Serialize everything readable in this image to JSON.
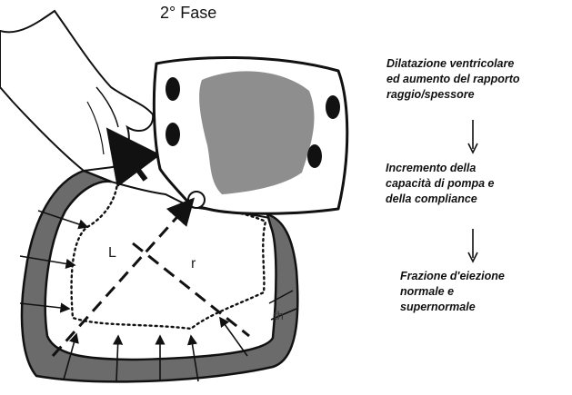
{
  "title": "2° Fase",
  "steps": [
    {
      "text": "Dilatazione ventricolare\ned aumento del rapporto\nraggio/spessore"
    },
    {
      "text": "Incremento della\ncapacità di pompa e\ndella compliance"
    },
    {
      "text": "Frazione d'eiezione\nnormale e\nsupernormale"
    }
  ],
  "diagram_labels": {
    "length": "L",
    "radius": "r",
    "thickness": "th"
  },
  "colors": {
    "wall": "#6b6b6b",
    "cavity_blob": "#8e8e8e",
    "line": "#111111",
    "background": "#ffffff"
  },
  "icons": [
    "hand-icon",
    "ventricle-icon",
    "atrium-icon"
  ]
}
